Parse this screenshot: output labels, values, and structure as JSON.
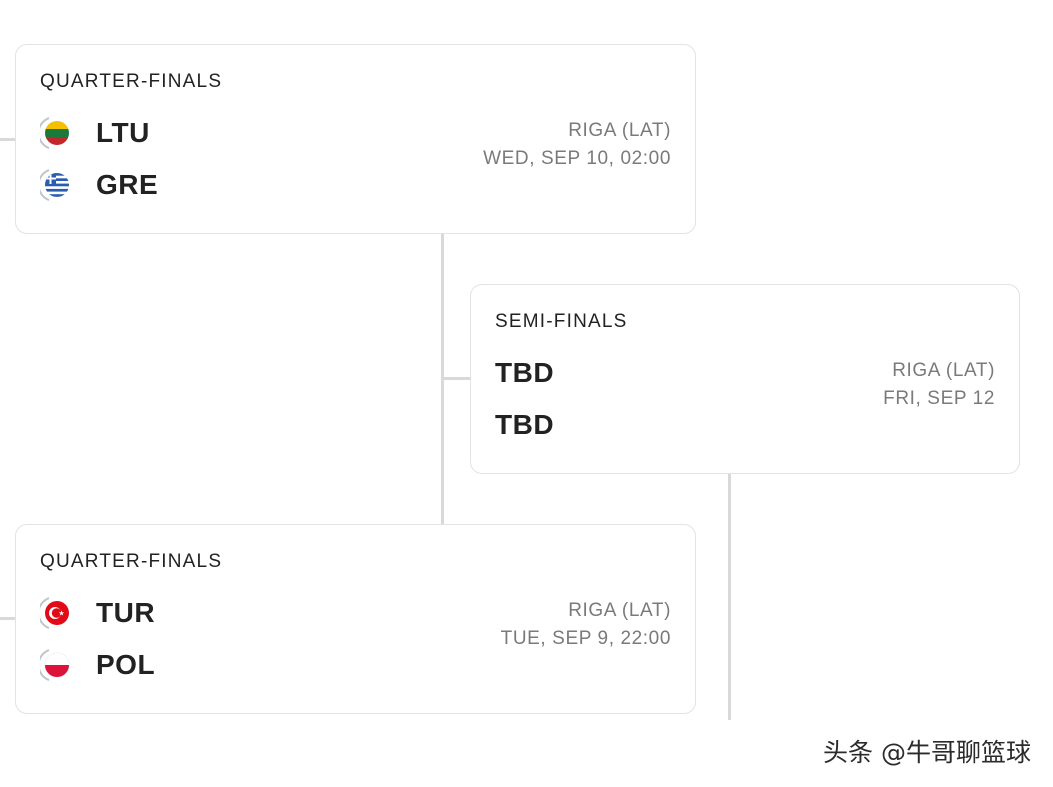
{
  "quarterfinal_1": {
    "round": "QUARTER-FINALS",
    "team1": {
      "code": "LTU",
      "flag_icon": "lithuania-flag-icon"
    },
    "team2": {
      "code": "GRE",
      "flag_icon": "greece-flag-icon"
    },
    "venue": "RIGA (LAT)",
    "datetime": "WED, SEP 10, 02:00"
  },
  "semifinal": {
    "round": "SEMI-FINALS",
    "team1": {
      "code": "TBD"
    },
    "team2": {
      "code": "TBD"
    },
    "venue": "RIGA (LAT)",
    "datetime": "FRI, SEP 12"
  },
  "quarterfinal_2": {
    "round": "QUARTER-FINALS",
    "team1": {
      "code": "TUR",
      "flag_icon": "turkey-flag-icon"
    },
    "team2": {
      "code": "POL",
      "flag_icon": "poland-flag-icon"
    },
    "venue": "RIGA (LAT)",
    "datetime": "TUE, SEP 9, 22:00"
  },
  "watermark": "头条 @牛哥聊篮球",
  "colors": {
    "connector": "#d9d9d9",
    "card_border": "#e1e3e6",
    "meta_text": "#7a7a7a",
    "team_text": "#222222"
  }
}
